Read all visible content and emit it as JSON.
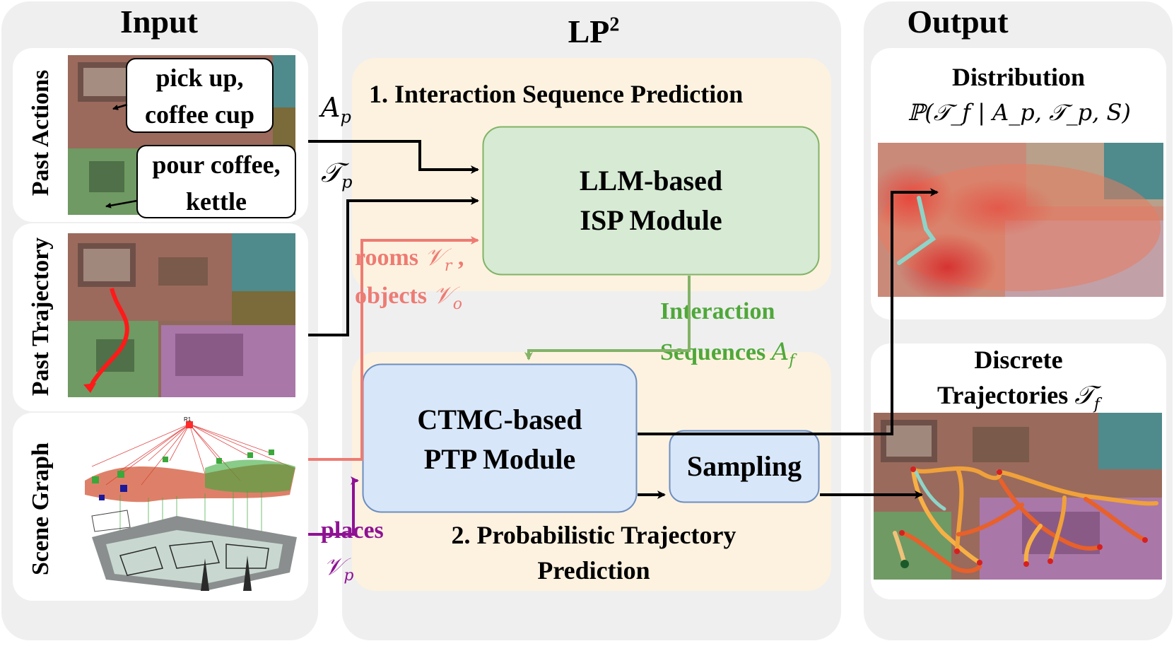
{
  "input": {
    "title": "Input",
    "rows": {
      "past_actions": "Past Actions",
      "past_trajectory": "Past Trajectory",
      "scene_graph": "Scene Graph"
    },
    "bubbles": {
      "first": [
        "pick up,",
        "coffee cup"
      ],
      "second": [
        "pour coffee,",
        "kettle"
      ]
    }
  },
  "method": {
    "title": "LP",
    "title_sup": "2",
    "section1": "1. Interaction Sequence Prediction",
    "section2": [
      "2. Probabilistic Trajectory",
      "Prediction"
    ],
    "isp_module": [
      "LLM-based",
      "ISP Module"
    ],
    "ptp_module": [
      "CTMC-based",
      "PTP Module"
    ],
    "sampling": "Sampling"
  },
  "edges": {
    "ap_symbol": "A",
    "ap_sub": "p",
    "tp_symbol": "𝒯",
    "tp_sub": "p",
    "rooms": "rooms",
    "rooms_symbol": "𝒱",
    "rooms_sub": "r",
    "rooms_comma": " ,",
    "objects": "objects",
    "objects_symbol": "𝒱",
    "objects_sub": "o",
    "interaction": [
      "Interaction",
      "Sequences"
    ],
    "af_symbol": "A",
    "af_sub": "f",
    "places": "places",
    "places_symbol": "𝒱",
    "places_sub": "p"
  },
  "output": {
    "title": "Output",
    "distribution": "Distribution",
    "distribution_formula": "ℙ(𝒯_f | A_p, 𝒯_p, S)",
    "discrete": [
      "Discrete",
      "Trajectories"
    ],
    "discrete_symbol": "𝒯",
    "discrete_sub": "f"
  },
  "colors": {
    "panel_bg": "#efefef",
    "section_bg": "#fdf2e0",
    "isp_fill": "#d6ead4",
    "isp_stroke": "#82b366",
    "ptp_fill": "#d8e6f9",
    "ptp_stroke": "#6c8ebf",
    "green_text": "#4fa83a",
    "salmon": "#ee7b72",
    "purple": "#8e1293",
    "arrow": "#000000"
  }
}
